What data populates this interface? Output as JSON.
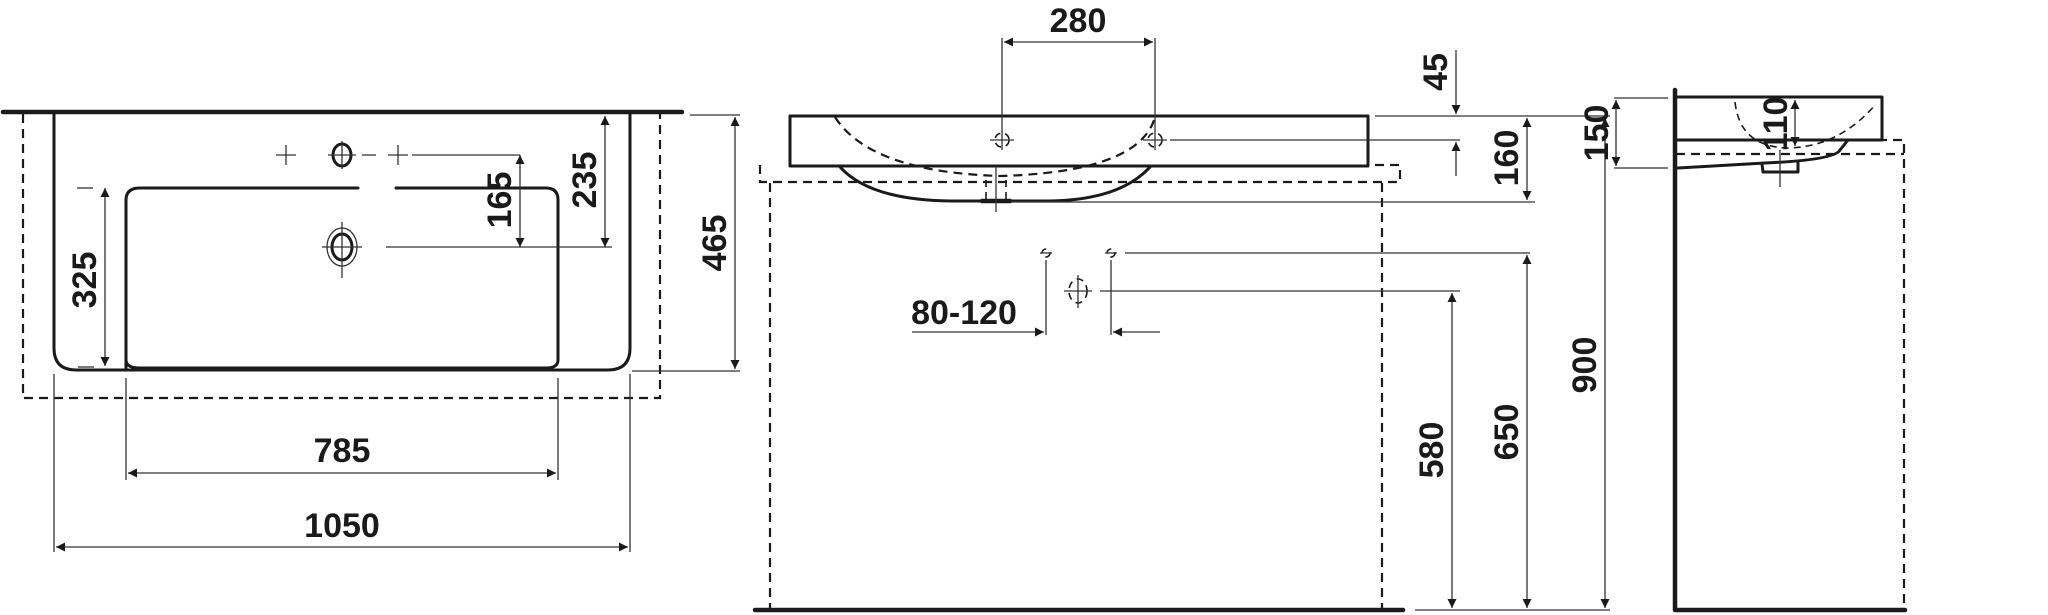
{
  "drawing": {
    "type": "washbasin-technical-drawing",
    "units": "mm",
    "views": {
      "top_view": {
        "dimensions": {
          "overall_width": "1050",
          "bowl_width": "785",
          "bowl_depth": "325",
          "overall_depth": "465",
          "tap_to_waste": "165",
          "back_to_waste": "235"
        }
      },
      "front_view": {
        "dimensions": {
          "tap_hole_spacing": "280",
          "tap_hole_height": "45",
          "basin_height": "160",
          "overall_height": "900",
          "supply_height": "650",
          "waste_height": "580",
          "supply_spacing": "80-120"
        }
      },
      "side_view": {
        "dimensions": {
          "side_height": "150",
          "bowl_depth": "110"
        }
      }
    },
    "colors": {
      "line": "#1a1a1a",
      "background": "#ffffff"
    }
  }
}
